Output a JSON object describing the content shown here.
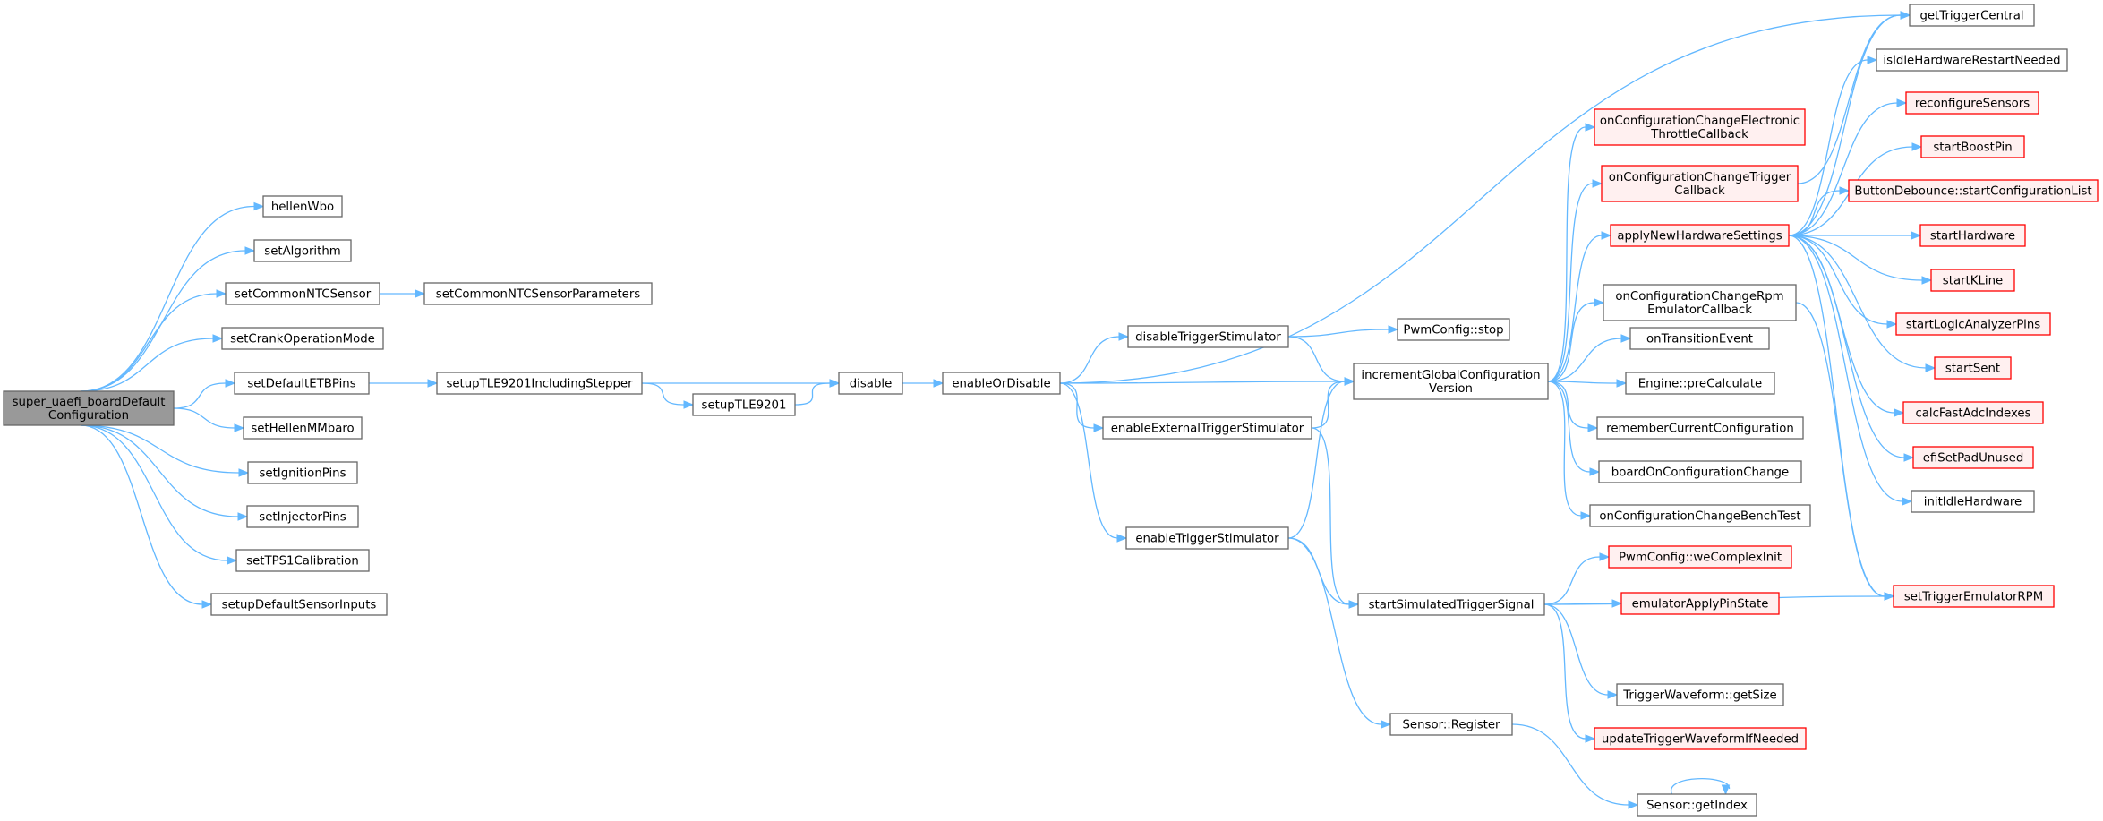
{
  "colors": {
    "edge": "#63b8ff",
    "node_border": "#666666",
    "node_fill": "#ffffff",
    "root_fill": "#999999",
    "root_border": "#666666",
    "truncated_border": "#ff0000",
    "truncated_fill": "#fff0f0",
    "text": "#000000"
  },
  "nodes": [
    {
      "id": "root",
      "lines": [
        "super_uaefi_boardDefault",
        "Configuration"
      ],
      "style": "root"
    },
    {
      "id": "hellenWbo",
      "lines": [
        "hellenWbo"
      ],
      "style": "normal"
    },
    {
      "id": "setAlgorithm",
      "lines": [
        "setAlgorithm"
      ],
      "style": "normal"
    },
    {
      "id": "setCommonNTCSensor",
      "lines": [
        "setCommonNTCSensor"
      ],
      "style": "normal"
    },
    {
      "id": "setCommonNTCSensorParameters",
      "lines": [
        "setCommonNTCSensorParameters"
      ],
      "style": "normal"
    },
    {
      "id": "setCrankOperationMode",
      "lines": [
        "setCrankOperationMode"
      ],
      "style": "normal"
    },
    {
      "id": "setDefaultETBPins",
      "lines": [
        "setDefaultETBPins"
      ],
      "style": "normal"
    },
    {
      "id": "setHellenMMbaro",
      "lines": [
        "setHellenMMbaro"
      ],
      "style": "normal"
    },
    {
      "id": "setIgnitionPins",
      "lines": [
        "setIgnitionPins"
      ],
      "style": "normal"
    },
    {
      "id": "setInjectorPins",
      "lines": [
        "setInjectorPins"
      ],
      "style": "normal"
    },
    {
      "id": "setTPS1Calibration",
      "lines": [
        "setTPS1Calibration"
      ],
      "style": "normal"
    },
    {
      "id": "setupDefaultSensorInputs",
      "lines": [
        "setupDefaultSensorInputs"
      ],
      "style": "normal"
    },
    {
      "id": "setupTLE9201IncludingStepper",
      "lines": [
        "setupTLE9201IncludingStepper"
      ],
      "style": "normal"
    },
    {
      "id": "setupTLE9201",
      "lines": [
        "setupTLE9201"
      ],
      "style": "normal"
    },
    {
      "id": "disable",
      "lines": [
        "disable"
      ],
      "style": "normal"
    },
    {
      "id": "enableOrDisable",
      "lines": [
        "enableOrDisable"
      ],
      "style": "normal"
    },
    {
      "id": "disableTriggerStimulator",
      "lines": [
        "disableTriggerStimulator"
      ],
      "style": "normal"
    },
    {
      "id": "enableExternalTriggerStimulator",
      "lines": [
        "enableExternalTriggerStimulator"
      ],
      "style": "normal"
    },
    {
      "id": "enableTriggerStimulator",
      "lines": [
        "enableTriggerStimulator"
      ],
      "style": "normal"
    },
    {
      "id": "PwmConfigStop",
      "lines": [
        "PwmConfig::stop"
      ],
      "style": "normal"
    },
    {
      "id": "incrementGlobalConfigurationVersion",
      "lines": [
        "incrementGlobalConfiguration",
        "Version"
      ],
      "style": "normal"
    },
    {
      "id": "startSimulatedTriggerSignal",
      "lines": [
        "startSimulatedTriggerSignal"
      ],
      "style": "normal"
    },
    {
      "id": "SensorRegister",
      "lines": [
        "Sensor::Register"
      ],
      "style": "normal"
    },
    {
      "id": "SensorGetIndex",
      "lines": [
        "Sensor::getIndex"
      ],
      "style": "normal"
    },
    {
      "id": "onCfgElecThrottle",
      "lines": [
        "onConfigurationChangeElectronic",
        "ThrottleCallback"
      ],
      "style": "truncated"
    },
    {
      "id": "onCfgTrigger",
      "lines": [
        "onConfigurationChangeTrigger",
        "Callback"
      ],
      "style": "truncated"
    },
    {
      "id": "applyNewHardwareSettings",
      "lines": [
        "applyNewHardwareSettings"
      ],
      "style": "truncated"
    },
    {
      "id": "onCfgRpmEmulator",
      "lines": [
        "onConfigurationChangeRpm",
        "EmulatorCallback"
      ],
      "style": "normal"
    },
    {
      "id": "onTransitionEvent",
      "lines": [
        "onTransitionEvent"
      ],
      "style": "normal"
    },
    {
      "id": "EnginePreCalculate",
      "lines": [
        "Engine::preCalculate"
      ],
      "style": "normal"
    },
    {
      "id": "rememberCurrentConfiguration",
      "lines": [
        "rememberCurrentConfiguration"
      ],
      "style": "normal"
    },
    {
      "id": "boardOnConfigurationChange",
      "lines": [
        "boardOnConfigurationChange"
      ],
      "style": "normal"
    },
    {
      "id": "onCfgBenchTest",
      "lines": [
        "onConfigurationChangeBenchTest"
      ],
      "style": "normal"
    },
    {
      "id": "PwmWeComplexInit",
      "lines": [
        "PwmConfig::weComplexInit"
      ],
      "style": "truncated"
    },
    {
      "id": "emulatorApplyPinState",
      "lines": [
        "emulatorApplyPinState"
      ],
      "style": "truncated"
    },
    {
      "id": "TriggerWaveformGetSize",
      "lines": [
        "TriggerWaveform::getSize"
      ],
      "style": "normal"
    },
    {
      "id": "updateTriggerWaveformIfNeeded",
      "lines": [
        "updateTriggerWaveformIfNeeded"
      ],
      "style": "truncated"
    },
    {
      "id": "getTriggerCentral",
      "lines": [
        "getTriggerCentral"
      ],
      "style": "normal"
    },
    {
      "id": "isIdleHardwareRestartNeeded",
      "lines": [
        "isIdleHardwareRestartNeeded"
      ],
      "style": "normal"
    },
    {
      "id": "reconfigureSensors",
      "lines": [
        "reconfigureSensors"
      ],
      "style": "truncated"
    },
    {
      "id": "startBoostPin",
      "lines": [
        "startBoostPin"
      ],
      "style": "truncated"
    },
    {
      "id": "ButtonDebounceStart",
      "lines": [
        "ButtonDebounce::startConfigurationList"
      ],
      "style": "truncated"
    },
    {
      "id": "startHardware",
      "lines": [
        "startHardware"
      ],
      "style": "truncated"
    },
    {
      "id": "startKLine",
      "lines": [
        "startKLine"
      ],
      "style": "truncated"
    },
    {
      "id": "startLogicAnalyzerPins",
      "lines": [
        "startLogicAnalyzerPins"
      ],
      "style": "truncated"
    },
    {
      "id": "startSent",
      "lines": [
        "startSent"
      ],
      "style": "truncated"
    },
    {
      "id": "calcFastAdcIndexes",
      "lines": [
        "calcFastAdcIndexes"
      ],
      "style": "truncated"
    },
    {
      "id": "efiSetPadUnused",
      "lines": [
        "efiSetPadUnused"
      ],
      "style": "truncated"
    },
    {
      "id": "initIdleHardware",
      "lines": [
        "initIdleHardware"
      ],
      "style": "normal"
    },
    {
      "id": "setTriggerEmulatorRPM",
      "lines": [
        "setTriggerEmulatorRPM"
      ],
      "style": "truncated"
    }
  ],
  "edges": [
    [
      "root",
      "hellenWbo"
    ],
    [
      "root",
      "setAlgorithm"
    ],
    [
      "root",
      "setCommonNTCSensor"
    ],
    [
      "root",
      "setCrankOperationMode"
    ],
    [
      "root",
      "setDefaultETBPins"
    ],
    [
      "root",
      "setHellenMMbaro"
    ],
    [
      "root",
      "setIgnitionPins"
    ],
    [
      "root",
      "setInjectorPins"
    ],
    [
      "root",
      "setTPS1Calibration"
    ],
    [
      "root",
      "setupDefaultSensorInputs"
    ],
    [
      "setCommonNTCSensor",
      "setCommonNTCSensorParameters"
    ],
    [
      "setDefaultETBPins",
      "setupTLE9201IncludingStepper"
    ],
    [
      "setupTLE9201IncludingStepper",
      "disable"
    ],
    [
      "setupTLE9201IncludingStepper",
      "setupTLE9201"
    ],
    [
      "setupTLE9201",
      "disable"
    ],
    [
      "disable",
      "enableOrDisable"
    ],
    [
      "enableOrDisable",
      "getTriggerCentral"
    ],
    [
      "enableOrDisable",
      "disableTriggerStimulator"
    ],
    [
      "enableOrDisable",
      "incrementGlobalConfigurationVersion"
    ],
    [
      "enableOrDisable",
      "enableExternalTriggerStimulator"
    ],
    [
      "enableOrDisable",
      "enableTriggerStimulator"
    ],
    [
      "disableTriggerStimulator",
      "PwmConfigStop"
    ],
    [
      "disableTriggerStimulator",
      "incrementGlobalConfigurationVersion"
    ],
    [
      "enableExternalTriggerStimulator",
      "incrementGlobalConfigurationVersion"
    ],
    [
      "enableExternalTriggerStimulator",
      "startSimulatedTriggerSignal"
    ],
    [
      "enableTriggerStimulator",
      "incrementGlobalConfigurationVersion"
    ],
    [
      "enableTriggerStimulator",
      "startSimulatedTriggerSignal"
    ],
    [
      "enableTriggerStimulator",
      "SensorRegister"
    ],
    [
      "incrementGlobalConfigurationVersion",
      "onCfgElecThrottle"
    ],
    [
      "incrementGlobalConfigurationVersion",
      "onCfgTrigger"
    ],
    [
      "incrementGlobalConfigurationVersion",
      "applyNewHardwareSettings"
    ],
    [
      "incrementGlobalConfigurationVersion",
      "onCfgRpmEmulator"
    ],
    [
      "incrementGlobalConfigurationVersion",
      "onTransitionEvent"
    ],
    [
      "incrementGlobalConfigurationVersion",
      "EnginePreCalculate"
    ],
    [
      "incrementGlobalConfigurationVersion",
      "rememberCurrentConfiguration"
    ],
    [
      "incrementGlobalConfigurationVersion",
      "boardOnConfigurationChange"
    ],
    [
      "incrementGlobalConfigurationVersion",
      "onCfgBenchTest"
    ],
    [
      "startSimulatedTriggerSignal",
      "PwmWeComplexInit"
    ],
    [
      "startSimulatedTriggerSignal",
      "emulatorApplyPinState"
    ],
    [
      "startSimulatedTriggerSignal",
      "setTriggerEmulatorRPM"
    ],
    [
      "startSimulatedTriggerSignal",
      "TriggerWaveformGetSize"
    ],
    [
      "startSimulatedTriggerSignal",
      "updateTriggerWaveformIfNeeded"
    ],
    [
      "SensorRegister",
      "SensorGetIndex"
    ],
    [
      "SensorGetIndex",
      "SensorGetIndex"
    ],
    [
      "onCfgTrigger",
      "getTriggerCentral"
    ],
    [
      "applyNewHardwareSettings",
      "getTriggerCentral"
    ],
    [
      "applyNewHardwareSettings",
      "isIdleHardwareRestartNeeded"
    ],
    [
      "applyNewHardwareSettings",
      "reconfigureSensors"
    ],
    [
      "applyNewHardwareSettings",
      "startBoostPin"
    ],
    [
      "applyNewHardwareSettings",
      "ButtonDebounceStart"
    ],
    [
      "applyNewHardwareSettings",
      "startHardware"
    ],
    [
      "applyNewHardwareSettings",
      "startKLine"
    ],
    [
      "applyNewHardwareSettings",
      "startLogicAnalyzerPins"
    ],
    [
      "applyNewHardwareSettings",
      "startSent"
    ],
    [
      "applyNewHardwareSettings",
      "calcFastAdcIndexes"
    ],
    [
      "applyNewHardwareSettings",
      "efiSetPadUnused"
    ],
    [
      "applyNewHardwareSettings",
      "initIdleHardware"
    ],
    [
      "applyNewHardwareSettings",
      "setTriggerEmulatorRPM"
    ],
    [
      "onCfgRpmEmulator",
      "setTriggerEmulatorRPM"
    ]
  ]
}
